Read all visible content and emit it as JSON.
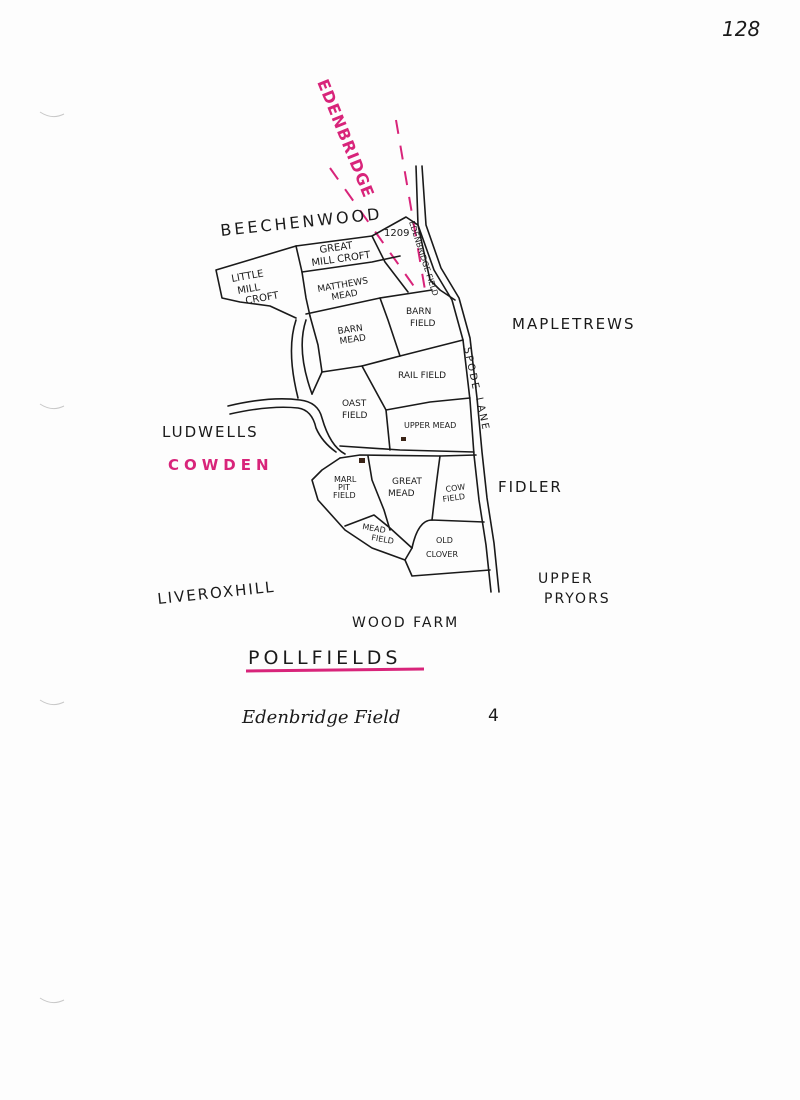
{
  "page_number": "128",
  "map_title": "POLLFIELDS",
  "caption": {
    "text": "Edenbridge Field",
    "number": "4"
  },
  "colors": {
    "ink": "#1a1a1a",
    "highlight": "#d8247a"
  },
  "neighbours": {
    "north": "BEECHENWOOD",
    "east": "MAPLETREWS",
    "west": "LUDWELLS",
    "parish": "COWDEN",
    "east_south": "FIDLER",
    "south_west": "LIVEROXHILL",
    "south": "WOOD FARM",
    "south_east_1": "UPPER",
    "south_east_2": "PRYORS"
  },
  "boundary_label": "EDENBRIDGE",
  "road_label": {
    "word1": "SPODE",
    "word2": "LANE"
  },
  "fields": {
    "edenbridge_number": "1209",
    "edenbridge_field": "EDENBRIDGE FIELD",
    "great_mill_croft_1": "GREAT",
    "great_mill_croft_2": "MILL CROFT",
    "little_mill_croft_1": "LITTLE",
    "little_mill_croft_2": "MILL",
    "little_mill_croft_3": "CROFT",
    "matthews_mead_1": "MATTHEWS",
    "matthews_mead_2": "MEAD",
    "barn_mead_1": "BARN",
    "barn_mead_2": "MEAD",
    "barn_field_1": "BARN",
    "barn_field_2": "FIELD",
    "rail_field": "RAIL FIELD",
    "oast_field_1": "OAST",
    "oast_field_2": "FIELD",
    "upper_mead": "UPPER MEAD",
    "marl_pit_field_1": "MARL",
    "marl_pit_field_2": "PIT",
    "marl_pit_field_3": "FIELD",
    "great_mead_1": "GREAT",
    "great_mead_2": "MEAD",
    "cow_field_1": "COW",
    "cow_field_2": "FIELD",
    "mead_field_1": "MEAD",
    "mead_field_2": "FIELD",
    "old_clover_1": "OLD",
    "old_clover_2": "CLOVER"
  }
}
